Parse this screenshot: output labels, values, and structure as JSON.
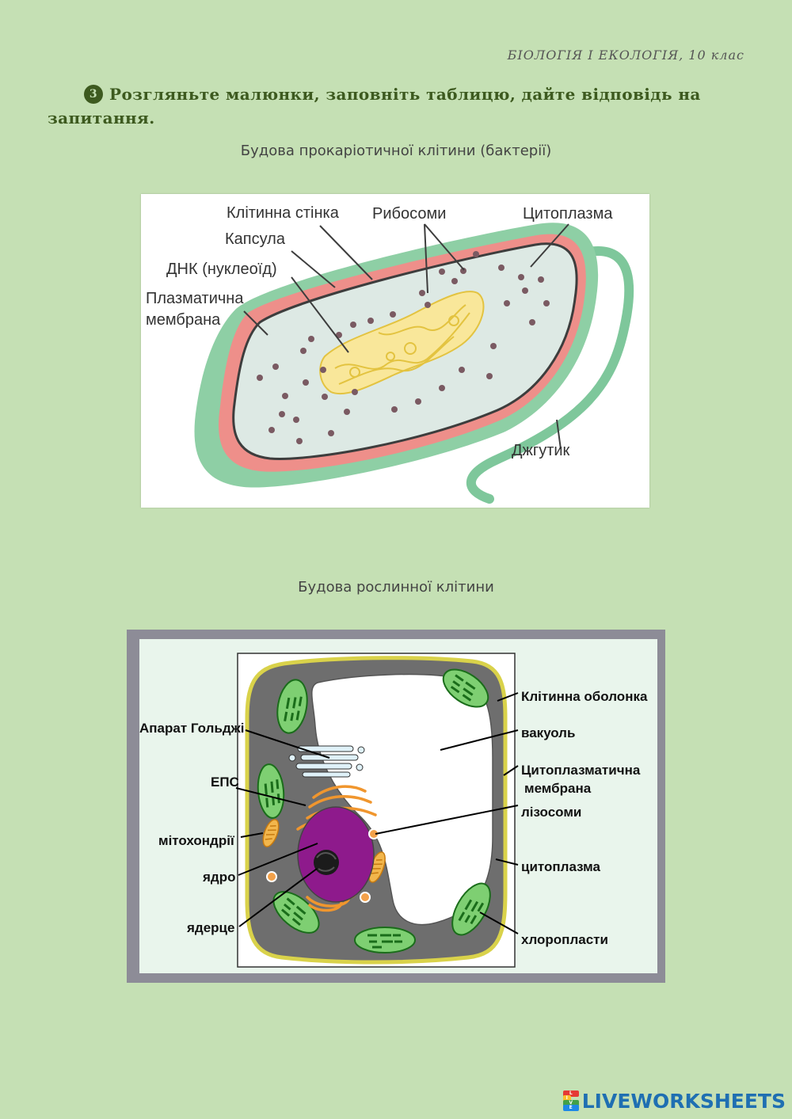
{
  "header": {
    "subject": "БІОЛОГІЯ І ЕКОЛОГІЯ,  10 клас"
  },
  "task": {
    "number": "3",
    "text": "Розгляньте малюнки, заповніть таблицю, дайте відповідь на запитання."
  },
  "figure1": {
    "caption": "Будова прокаріотичної клітини (бактерії)",
    "labels": {
      "cell_wall": "Клітинна стінка",
      "ribosomes": "Рибосоми",
      "cytoplasm": "Цитоплазма",
      "capsule": "Капсула",
      "dna": "ДНК (нуклеоїд)",
      "membrane_1": "Плазматична",
      "membrane_2": "мембрана",
      "flagellum": "Джгутик"
    }
  },
  "figure2": {
    "caption": "Будова рослинної клітини",
    "labels": {
      "golgi": "Апарат Гольджі",
      "er": "ЕПС",
      "mitochondria": "мітохондрії",
      "nucleus": "ядро",
      "nucleolus": "ядерце",
      "cell_wall": "Клітинна оболонка",
      "vacuole": "вакуоль",
      "membrane_1": "Цитоплазматична",
      "membrane_2": "мембрана",
      "lysosomes": "лізосоми",
      "cytoplasm": "цитоплазма",
      "chloroplasts": "хлоропласти"
    }
  },
  "footer": {
    "logo_letters": [
      "L",
      "I",
      "V",
      "E"
    ],
    "logo_text": "LIVEWORKSHEETS"
  },
  "colors": {
    "page_background": "#c5e0b4",
    "title_green": "#3d5a1f",
    "capsule_green": "#7ec79b",
    "cell_wall_pink": "#ee8f8a",
    "cytoplasm": "#dde9e4",
    "nucleoid_yellow": "#f9e79a",
    "plant_cytoplasm": "#6e6e6e",
    "chloroplast": "#7ecf72",
    "nucleus_purple": "#8e1a8c",
    "er_orange": "#f0962e",
    "logo_blue": "#1f6fb2"
  }
}
